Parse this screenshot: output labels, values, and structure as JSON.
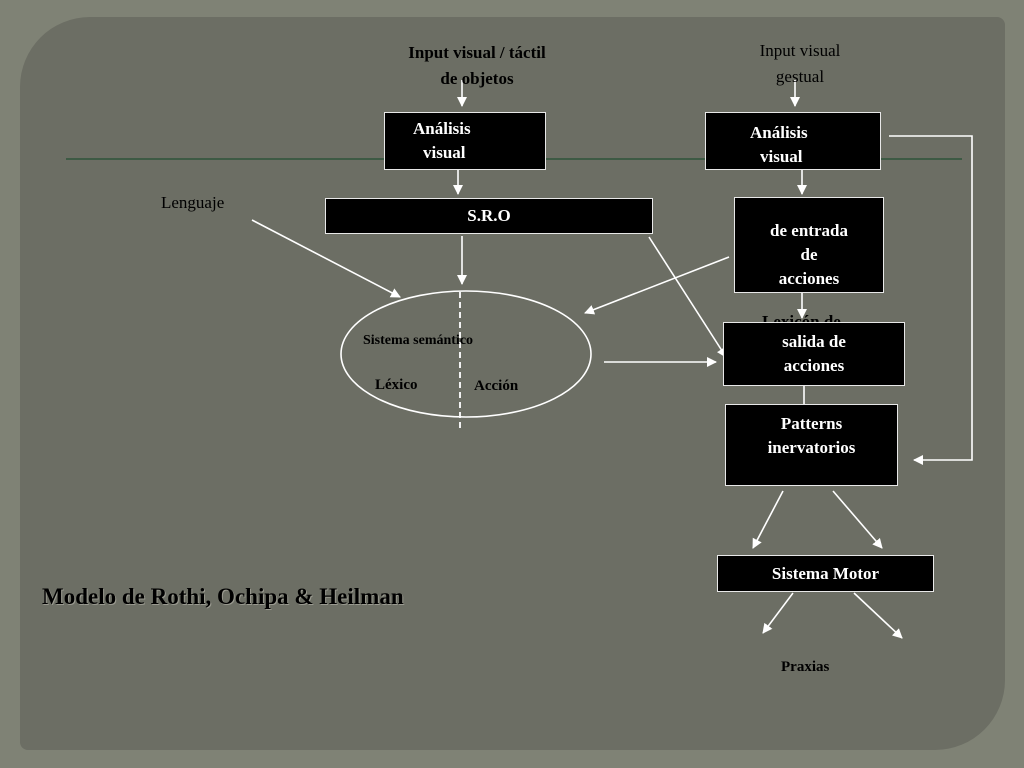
{
  "inputs": {
    "tactile_line1": "Input visual / táctil",
    "tactile_line2": "de objetos",
    "gestural_line1": "Input visual",
    "gestural_line2": "gestual",
    "language": "Lenguaje"
  },
  "boxes": {
    "visual_analysis_left_l1": "Análisis",
    "visual_analysis_left_l2": "visual",
    "visual_analysis_right_l1": "Análisis",
    "visual_analysis_right_l2": "visual",
    "sro": "S.R.O",
    "input_actions_l1": "de entrada",
    "input_actions_l2": "de",
    "input_actions_l3": "acciones",
    "hidden_label": "Lexicón de",
    "output_actions_l1": "salida de",
    "output_actions_l2": "acciones",
    "patterns_l1": "Patterns",
    "patterns_l2": "inervatorios",
    "motor": "Sistema Motor"
  },
  "semantic": {
    "title": "Sistema semántico",
    "lexical": "Léxico",
    "action": "Acción"
  },
  "praxias": "Praxias",
  "model_title": "Modelo de Rothi, Ochipa & Heilman"
}
